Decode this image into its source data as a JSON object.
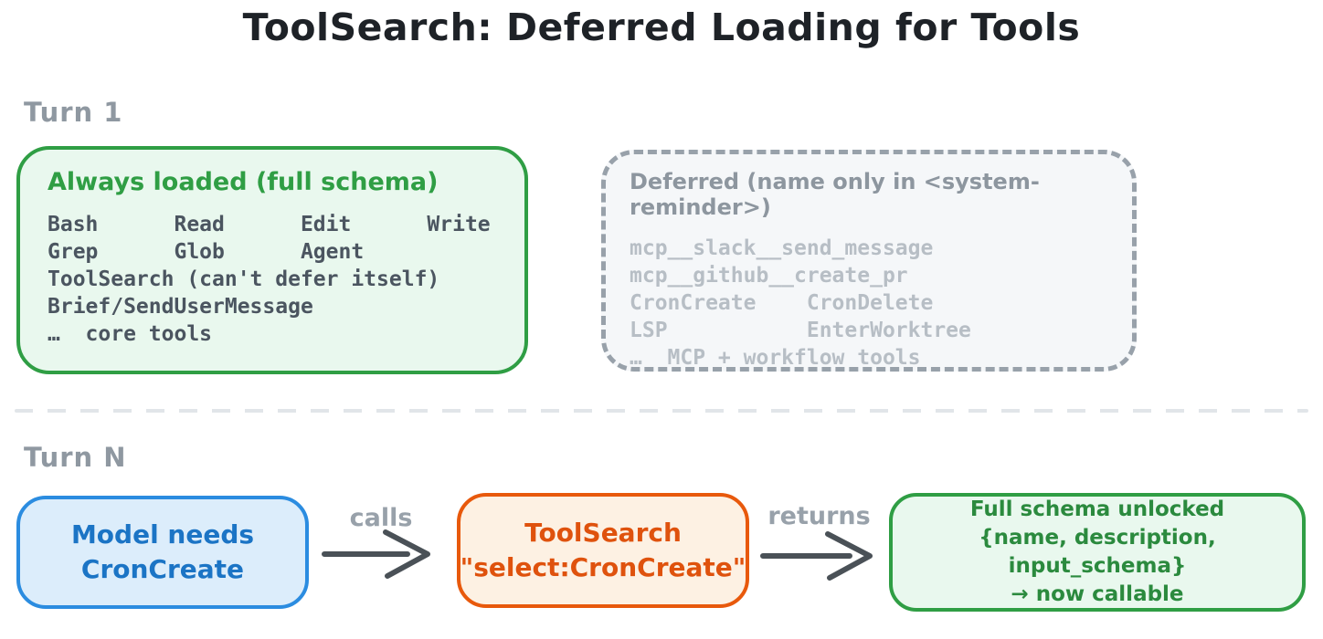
{
  "title": "ToolSearch: Deferred Loading for Tools",
  "colors": {
    "green_border": "#2f9e44",
    "green_fill": "#e9f8ee",
    "blue_border": "#2b8ce0",
    "blue_fill": "#dcedfb",
    "blue_text": "#1b74c5",
    "orange_border": "#e8590c",
    "orange_fill": "#fdf1e3",
    "gray_label": "#8f98a1",
    "deferred_fill": "#f5f7f9",
    "deferred_text": "#b7bec5",
    "arrow": "#4a5157"
  },
  "turn1": {
    "label": "Turn 1",
    "always_box": {
      "heading": "Always loaded (full schema)",
      "lines": [
        "Bash      Read      Edit      Write",
        "Grep      Glob      Agent",
        "ToolSearch (can't defer itself)",
        "Brief/SendUserMessage",
        "…  core tools"
      ]
    },
    "deferred_box": {
      "heading": "Deferred (name only in <system-reminder>)",
      "lines": [
        "mcp__slack__send_message",
        "mcp__github__create_pr",
        "CronCreate    CronDelete",
        "LSP           EnterWorktree",
        "…  MCP + workflow tools"
      ]
    }
  },
  "turnN": {
    "label": "Turn N",
    "model_box": {
      "lines": [
        "Model needs",
        "CronCreate"
      ]
    },
    "calls_label": "calls",
    "toolsearch_box": {
      "lines": [
        "ToolSearch",
        "\"select:CronCreate\""
      ]
    },
    "returns_label": "returns",
    "result_box": {
      "lines": [
        "Full schema unlocked",
        "{name, description, input_schema}",
        "→ now callable"
      ]
    }
  }
}
